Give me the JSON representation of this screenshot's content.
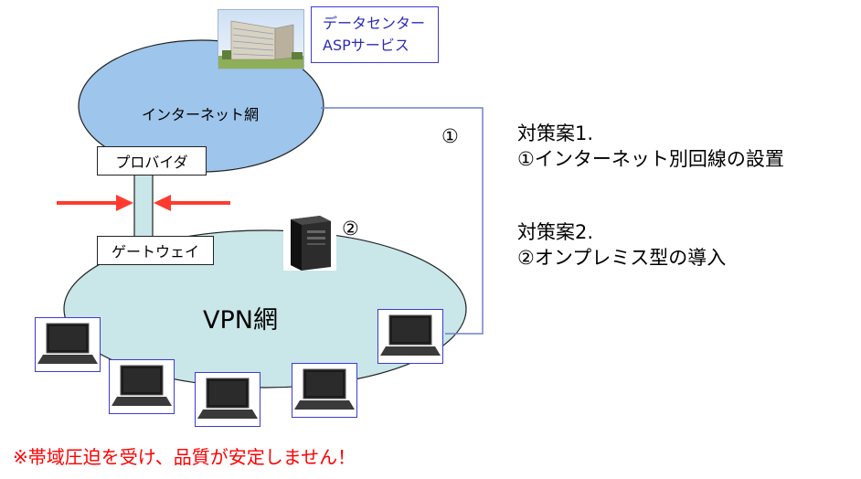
{
  "internet": {
    "label": "インターネット網"
  },
  "datacenter": {
    "line1": "データセンター",
    "line2": "ASPサービス"
  },
  "provider": {
    "label": "プロバイダ"
  },
  "gateway": {
    "label": "ゲートウェイ"
  },
  "vpn": {
    "label": "VPN網"
  },
  "markers": {
    "one": "①",
    "two": "②"
  },
  "measures": {
    "m1_title": "対策案1.",
    "m1_text": "①インターネット別回線の設置",
    "m2_title": "対策案2.",
    "m2_text": "②オンプレミス型の導入"
  },
  "warning": "※帯域圧迫を受け、品質が安定しません！",
  "colors": {
    "internet_fill": "#9ec5eb",
    "vpn_fill": "#c9e6e8",
    "connector": "#6f82c8",
    "arrow": "#ff3b2f",
    "warning_text": "#ff0000"
  }
}
